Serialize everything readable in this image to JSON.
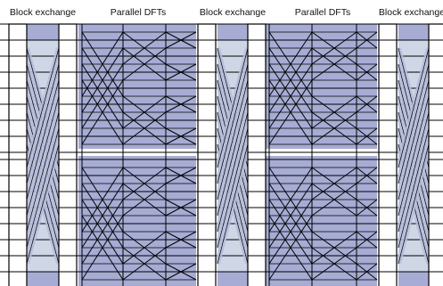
{
  "stage_labels": [
    "Block exchange",
    "Parallel DFTs",
    "Block exchange",
    "Parallel DFTs",
    "Block exchange"
  ],
  "structure": {
    "total_lanes": 16,
    "lanes_per_dft_block": 8,
    "dft_stages_per_group": 3,
    "dft_groups": 2,
    "block_exchange_columns": 3
  },
  "colors": {
    "band_dark": "#a6acd4",
    "band_light": "#cfd7e6",
    "band_mid": "#b7bedc",
    "line": "#000000",
    "text": "#111111"
  }
}
